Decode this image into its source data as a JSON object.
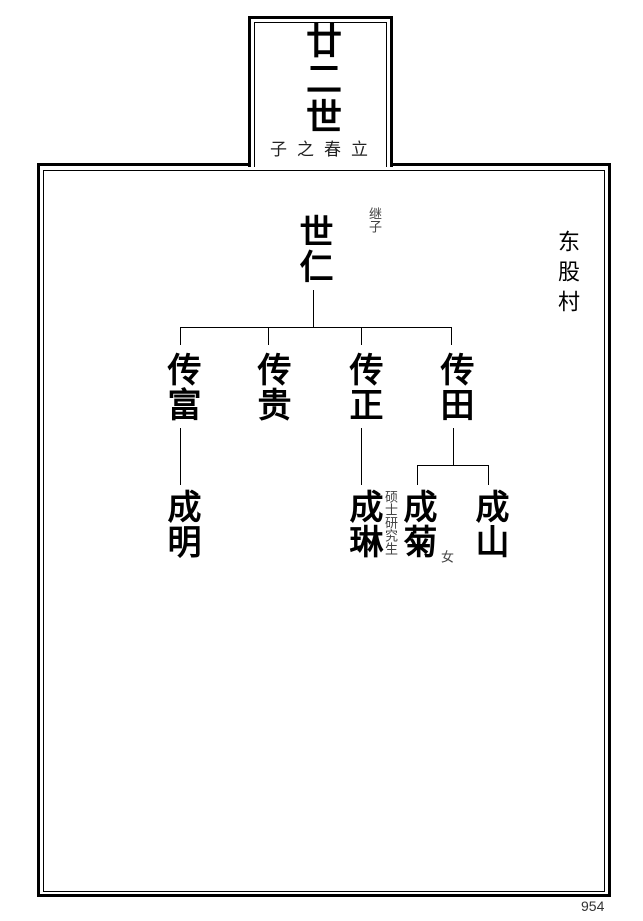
{
  "header": {
    "generation": "廿二世",
    "subtitle": "子之春立"
  },
  "village": "东股村",
  "tree": {
    "root": {
      "name": "世仁",
      "note": "继子"
    },
    "children": [
      {
        "name": "传富",
        "children": [
          {
            "name": "成明"
          }
        ]
      },
      {
        "name": "传贵"
      },
      {
        "name": "传正",
        "children": [
          {
            "name": "成琳",
            "note": "硕士研究生"
          }
        ]
      },
      {
        "name": "传田",
        "children": [
          {
            "name": "成菊",
            "note": "女"
          },
          {
            "name": "成山"
          }
        ]
      }
    ]
  },
  "page_number": "954"
}
